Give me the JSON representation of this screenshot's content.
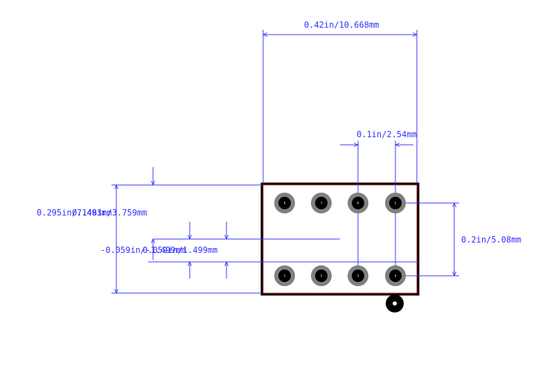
{
  "dimensions": {
    "overall_width": "0.42in/10.668mm",
    "pin_pitch": "0.1in/2.54mm",
    "row_spacing": "0.2in/5.08mm",
    "overall_height": "0.295in/7.493mm",
    "overall_height_overlap": "0.148in/3.759mm",
    "offset_a": "-0.059in/-1.499mm",
    "offset_b": "0.059in/1.499mm"
  },
  "pins": {
    "top_row": [
      "8",
      "7",
      "6",
      "5"
    ],
    "bottom_row": [
      "1",
      "2",
      "3",
      "4"
    ]
  },
  "colors": {
    "dimension_line": "#3333ff",
    "body_outline": "#000000",
    "courtyard": "#cc3333",
    "pad_ring": "#808080",
    "drill_hole": "#000000"
  }
}
